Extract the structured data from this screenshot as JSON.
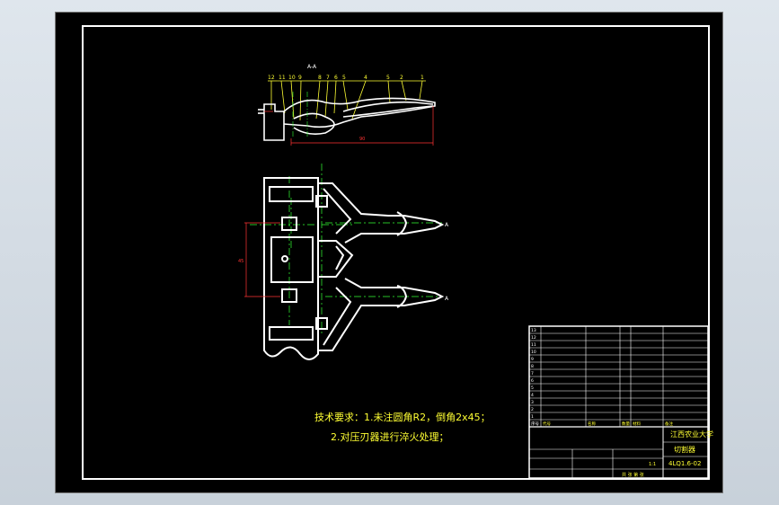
{
  "drawing": {
    "top_label": "A-A",
    "balloons": [
      "12",
      "11",
      "10",
      "9",
      "8",
      "7",
      "6",
      "5",
      "4",
      "5",
      "2",
      "1"
    ],
    "dimension": "90",
    "side_dimension": "45"
  },
  "tech_requirements": {
    "line1": "技术要求：1.未注圆角R2，倒角2x45；",
    "line2": "2.对压刃器进行淬火处理；"
  },
  "title_block": {
    "school": "江西农业大学",
    "part_name": "切割器",
    "drawing_no": "4LQ1.6-02",
    "scale_label": "1:1",
    "footer": "共 张 第 张",
    "bom_rows": [
      {
        "no": "13",
        "code": "",
        "name": "",
        "qty": "",
        "mat": "",
        "note": ""
      },
      {
        "no": "12",
        "code": "",
        "name": "",
        "qty": "",
        "mat": "",
        "note": ""
      },
      {
        "no": "11",
        "code": "",
        "name": "",
        "qty": "",
        "mat": "",
        "note": ""
      },
      {
        "no": "10",
        "code": "",
        "name": "",
        "qty": "",
        "mat": "",
        "note": ""
      },
      {
        "no": "9",
        "code": "",
        "name": "",
        "qty": "",
        "mat": "",
        "note": ""
      },
      {
        "no": "8",
        "code": "",
        "name": "",
        "qty": "",
        "mat": "",
        "note": ""
      },
      {
        "no": "7",
        "code": "",
        "name": "",
        "qty": "",
        "mat": "",
        "note": ""
      },
      {
        "no": "6",
        "code": "",
        "name": "",
        "qty": "",
        "mat": "",
        "note": ""
      },
      {
        "no": "5",
        "code": "",
        "name": "",
        "qty": "",
        "mat": "",
        "note": ""
      },
      {
        "no": "4",
        "code": "",
        "name": "",
        "qty": "",
        "mat": "",
        "note": ""
      },
      {
        "no": "3",
        "code": "",
        "name": "",
        "qty": "",
        "mat": "",
        "note": ""
      },
      {
        "no": "2",
        "code": "",
        "name": "",
        "qty": "",
        "mat": "",
        "note": ""
      },
      {
        "no": "1",
        "code": "",
        "name": "",
        "qty": "",
        "mat": "",
        "note": ""
      }
    ],
    "header": {
      "no": "序号",
      "code": "代号",
      "name": "名称",
      "qty": "数量",
      "mat": "材料",
      "note": "备注"
    }
  }
}
